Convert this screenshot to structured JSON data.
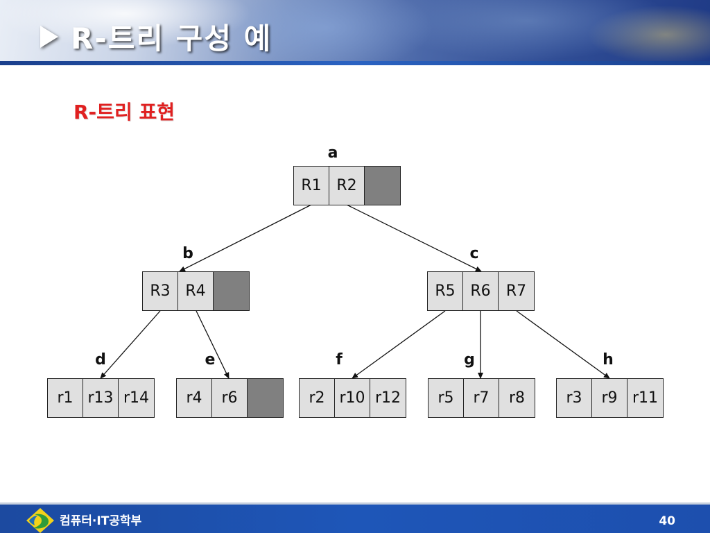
{
  "slide": {
    "title": "R-트리 구성 예",
    "subtitle": "R-트리 표현",
    "footer_text": "컴퓨터·IT공학부",
    "page_number": "40"
  },
  "tree": {
    "a": {
      "label": "a",
      "entries": [
        "R1",
        "R2",
        ""
      ]
    },
    "b": {
      "label": "b",
      "entries": [
        "R3",
        "R4",
        ""
      ]
    },
    "c": {
      "label": "c",
      "entries": [
        "R5",
        "R6",
        "R7"
      ]
    },
    "d": {
      "label": "d",
      "entries": [
        "r1",
        "r13",
        "r14"
      ]
    },
    "e": {
      "label": "e",
      "entries": [
        "r4",
        "r6",
        ""
      ]
    },
    "f": {
      "label": "f",
      "entries": [
        "r2",
        "r10",
        "r12"
      ]
    },
    "g": {
      "label": "g",
      "entries": [
        "r5",
        "r7",
        "r8"
      ]
    },
    "h": {
      "label": "h",
      "entries": [
        "r3",
        "r9",
        "r11"
      ]
    }
  },
  "colors": {
    "subtitle": "#e02020",
    "entry_fill": "#e0e0e0",
    "empty_fill": "#808080",
    "footer_bg": "#1e56b8"
  }
}
